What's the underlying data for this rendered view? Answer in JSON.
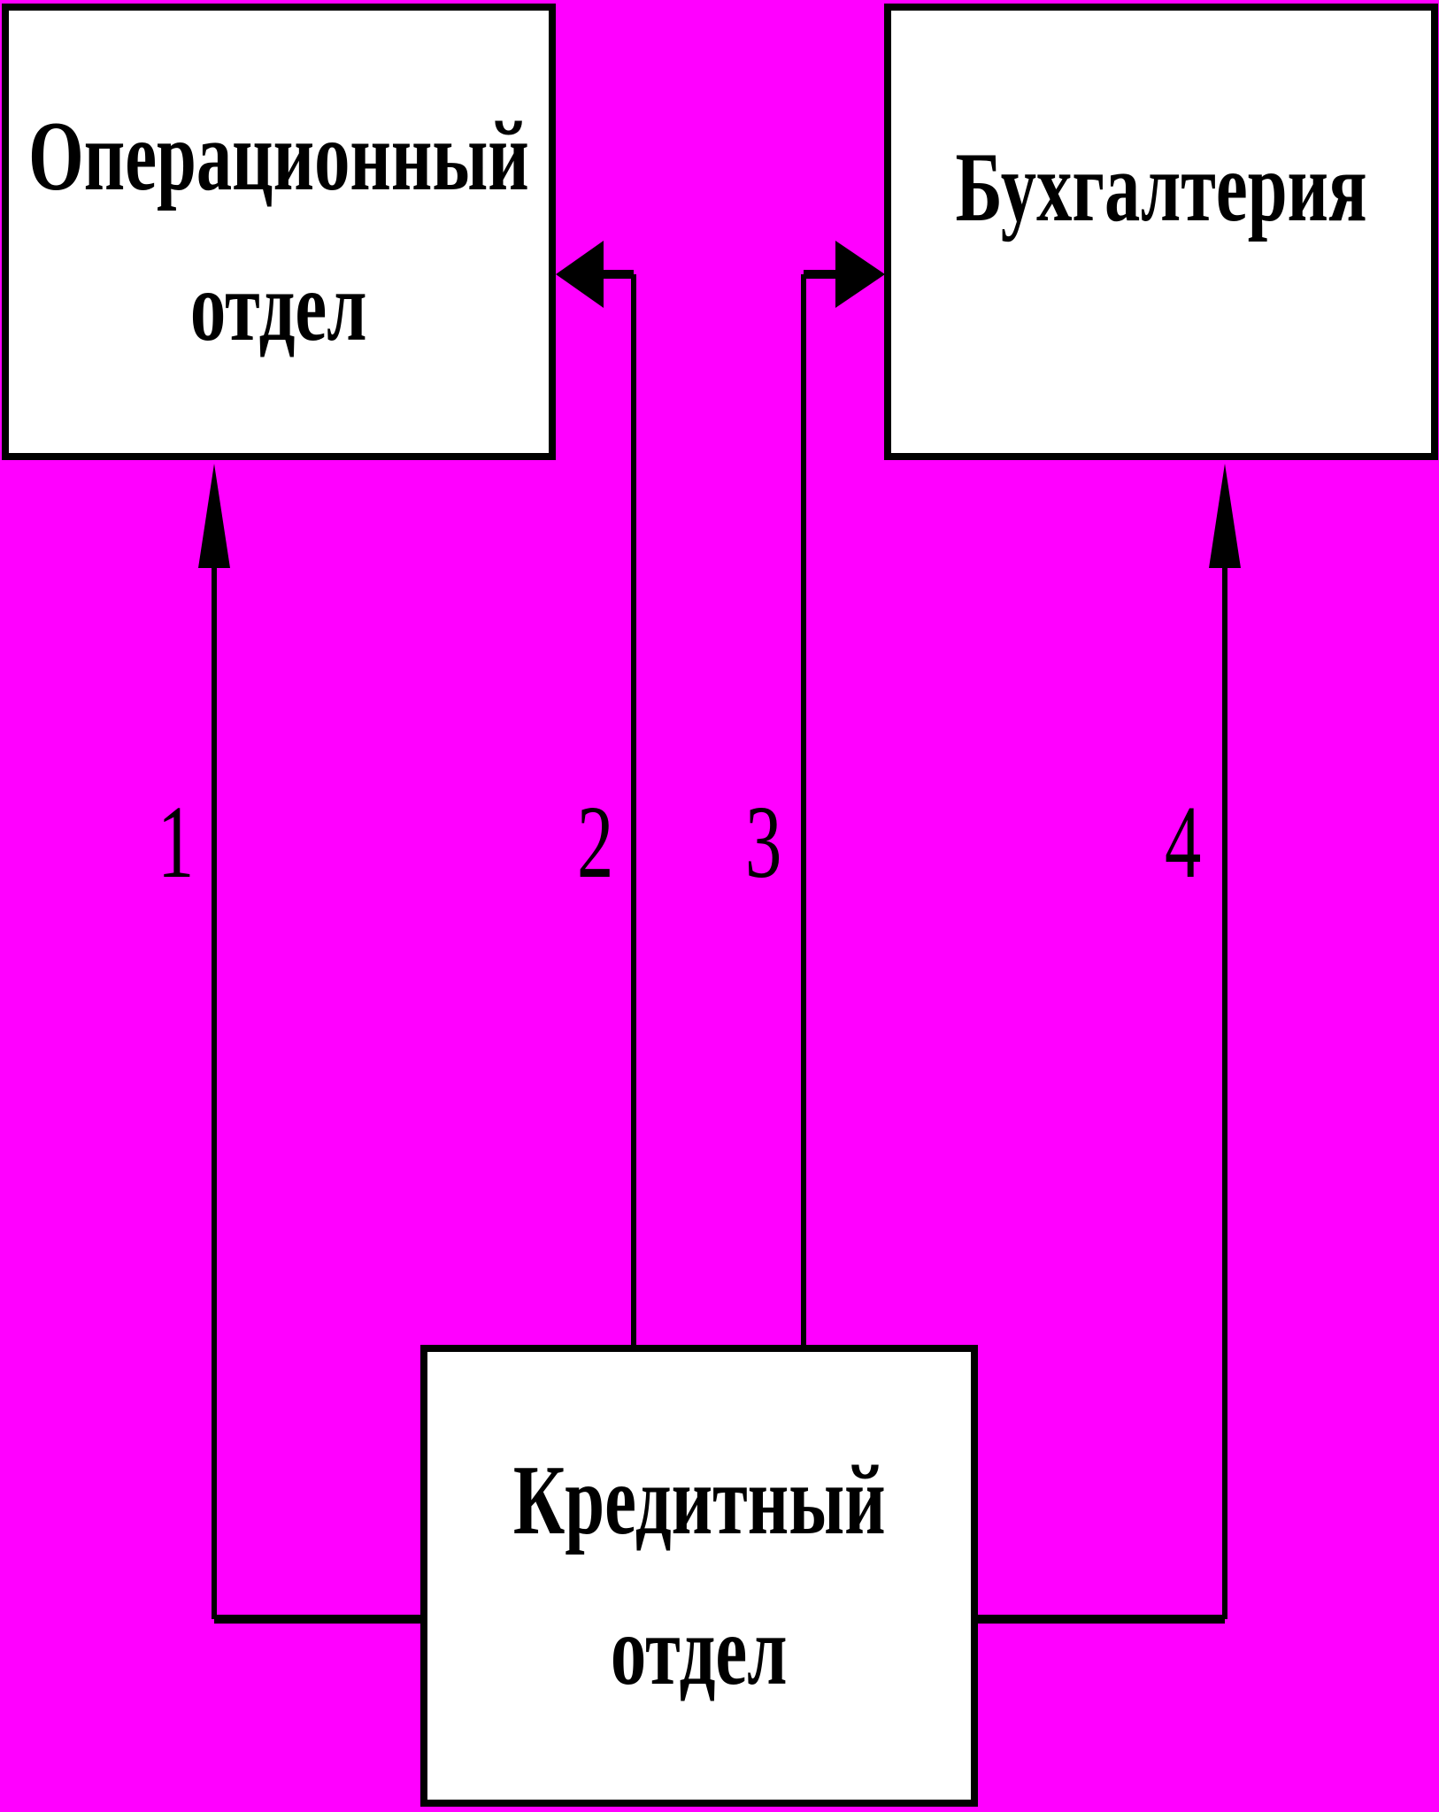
{
  "diagram": {
    "background_color": "#ff00ff",
    "box_fill_color": "#ffffff",
    "line_color": "#000000",
    "nodes": {
      "operational": {
        "lines": [
          "Операционный",
          "отдел"
        ]
      },
      "accounting": {
        "lines": [
          "Бухгалтерия"
        ]
      },
      "credit": {
        "lines": [
          "Кредитный",
          "отдел"
        ]
      }
    },
    "edge_labels": [
      "1",
      "2",
      "3",
      "4"
    ],
    "edges": [
      {
        "label": "1",
        "from": "credit",
        "to": "operational"
      },
      {
        "label": "2",
        "from": "credit",
        "to": "operational"
      },
      {
        "label": "3",
        "from": "credit",
        "to": "accounting"
      },
      {
        "label": "4",
        "from": "credit",
        "to": "accounting"
      }
    ]
  }
}
